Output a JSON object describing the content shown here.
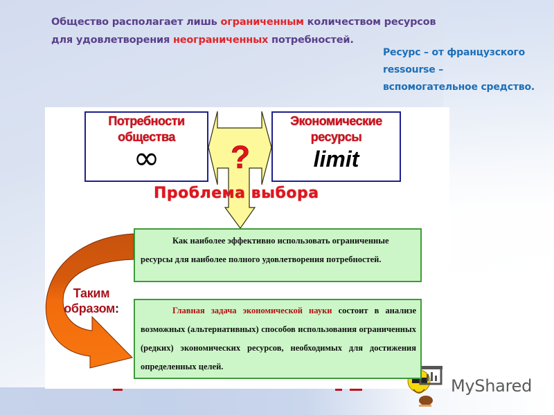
{
  "slide": {
    "headline": {
      "line1": {
        "part1": "Общество располагает лишь ",
        "highlight": "ограниченным",
        "part2": " количеством ресурсов"
      },
      "line2": {
        "part1": "для удовлетворения ",
        "highlight": "неограниченных",
        "part2": " потребностей."
      }
    },
    "side_note": {
      "line1": "Ресурс – от французского",
      "line2": "ressourse –",
      "line3": "вспомогательное средство."
    },
    "diagram": {
      "needs_box": {
        "title_line1": "Потребности",
        "title_line2": "общества",
        "symbol": "∞"
      },
      "resources_box": {
        "title_line1": "Экономические",
        "title_line2": "ресурсы",
        "value": "limit"
      },
      "question_mark": "?",
      "problem_label": "Проблема выбора",
      "question_box": {
        "line1": "Как наиболее эффективно использовать ограниченные",
        "line2": "ресурсы для наиболее полного удовлетворения потребностей."
      },
      "thus_label": {
        "line1": "Таким",
        "line2": "образом",
        "colon": ":"
      },
      "conclusion_box": {
        "highlight": "Главная задача экономической науки",
        "text": " состоит в анализе возможных (альтернативных) способов использования ограниченных (редких) экономических ресурсов, необходимых для достижения определенных целей."
      }
    },
    "colors": {
      "headline": "#5a3f8a",
      "highlight_red": "#e0262b",
      "side_note_blue": "#1d6fb8",
      "box_border": "#1f1e8c",
      "box_title_red": "#d0101c",
      "arrow_yellow": "#fdf89a",
      "green_box_fill": "#ccf6c8",
      "green_box_border": "#3e9a3a",
      "orange_arrow": "#f26b0c",
      "orange_arrow_dark": "#c8530e"
    }
  },
  "watermark": {
    "logo_text": "MyShared",
    "icon": "smiley-presenter-icon"
  }
}
